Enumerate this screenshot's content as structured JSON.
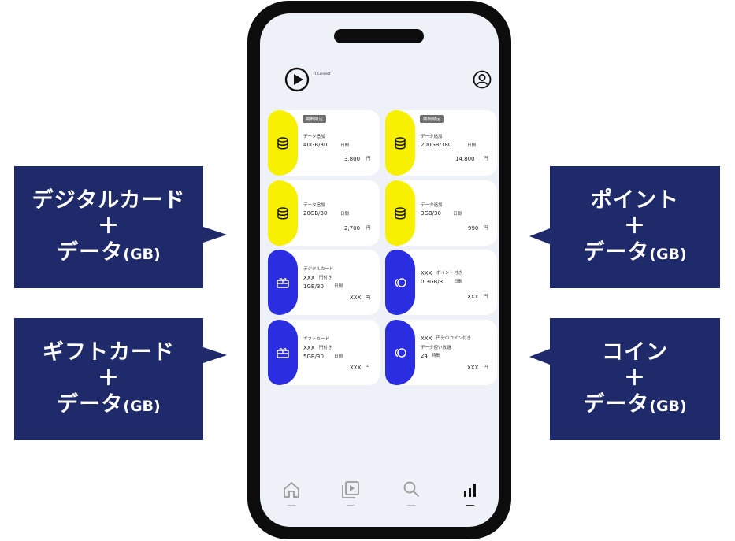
{
  "callouts": {
    "digital": {
      "line1": "デジタルカード",
      "plus": "＋",
      "line3": "データ",
      "unit": "(GB)"
    },
    "gift": {
      "line1": "ギフトカード",
      "plus": "＋",
      "line3": "データ",
      "unit": "(GB)"
    },
    "point": {
      "line1": "ポイント",
      "plus": "＋",
      "line3": "データ",
      "unit": "(GB)"
    },
    "coin": {
      "line1": "コイン",
      "plus": "＋",
      "line3": "データ",
      "unit": "(GB)"
    }
  },
  "app": {
    "name": "IT Connect"
  },
  "cards": [
    {
      "badge": "期間限定",
      "label": "データ追加",
      "amount": "40GB/30",
      "period": "日間",
      "price": "3,800",
      "currency": "円"
    },
    {
      "badge": "期間限定",
      "label": "データ追加",
      "amount": "200GB/180",
      "period": "日間",
      "price": "14,800",
      "currency": "円"
    },
    {
      "label": "データ追加",
      "amount": "20GB/30",
      "period": "日間",
      "price": "2,700",
      "currency": "円"
    },
    {
      "label": "データ追加",
      "amount": "3GB/30",
      "period": "日間",
      "price": "990",
      "currency": "円"
    },
    {
      "label": "デジタルカード",
      "line2": "XXX",
      "line2_suffix": "円付き",
      "amount": "1GB/30",
      "period": "日間",
      "price": "XXX",
      "currency": "円"
    },
    {
      "line1": "XXX",
      "line1_suffix": "ポイント付き",
      "amount": "0.3GB/3",
      "period": "日間",
      "price": "XXX",
      "currency": "円"
    },
    {
      "label": "ギフトカード",
      "line2": "XXX",
      "line2_suffix": "円付き",
      "amount": "5GB/30",
      "period": "日間",
      "price": "XXX",
      "currency": "円"
    },
    {
      "line1": "XXX",
      "line1_suffix": "円分のコイン付き",
      "line2": "データ使い放題",
      "amount": "24",
      "period": "時間",
      "price": "XXX",
      "currency": "円"
    }
  ],
  "icons": {
    "logo": "play-circle-icon",
    "profile": "user-circle-icon",
    "data": "database-icon",
    "gift": "gift-card-icon",
    "coin": "coins-icon",
    "nav": [
      "home-icon",
      "video-library-icon",
      "search-icon",
      "bar-chart-icon"
    ]
  },
  "colors": {
    "callout": "#1f2a6b",
    "yellow": "#f7f000",
    "blue": "#2b2ee0",
    "screen": "#eef2f8"
  }
}
